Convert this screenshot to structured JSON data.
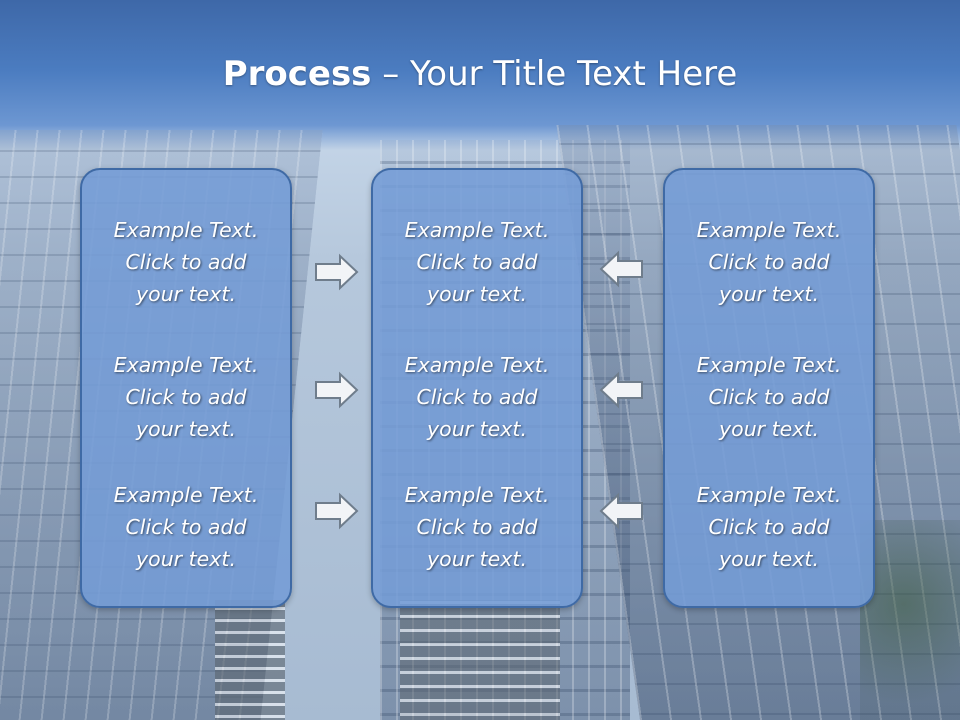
{
  "slide": {
    "title_bold": "Process",
    "title_rest": " – Your Title Text Here"
  },
  "columns": [
    {
      "items": [
        {
          "line1": "Example Text.",
          "line2": "Click  to add",
          "line3": "your text."
        },
        {
          "line1": "Example Text.",
          "line2": "Click  to add",
          "line3": "your text."
        },
        {
          "line1": "Example Text.",
          "line2": "Click  to add",
          "line3": "your text."
        }
      ]
    },
    {
      "items": [
        {
          "line1": "Example Text.",
          "line2": "Click  to add",
          "line3": "your text."
        },
        {
          "line1": "Example Text.",
          "line2": "Click  to add",
          "line3": "your text."
        },
        {
          "line1": "Example Text.",
          "line2": "Click  to add",
          "line3": "your text."
        }
      ]
    },
    {
      "items": [
        {
          "line1": "Example Text.",
          "line2": "Click  to add",
          "line3": "your text."
        },
        {
          "line1": "Example Text.",
          "line2": "Click  to add",
          "line3": "your text."
        },
        {
          "line1": "Example Text.",
          "line2": "Click  to add",
          "line3": "your text."
        }
      ]
    }
  ],
  "arrows": {
    "left_group": {
      "direction": "right",
      "icon": "arrow-right-icon"
    },
    "right_group": {
      "direction": "left",
      "icon": "arrow-left-icon"
    }
  },
  "colors": {
    "title_bar": "#4b7cc0",
    "panel_fill": "#749cd6",
    "panel_border": "#3f6aa5",
    "text": "#ffffff"
  }
}
